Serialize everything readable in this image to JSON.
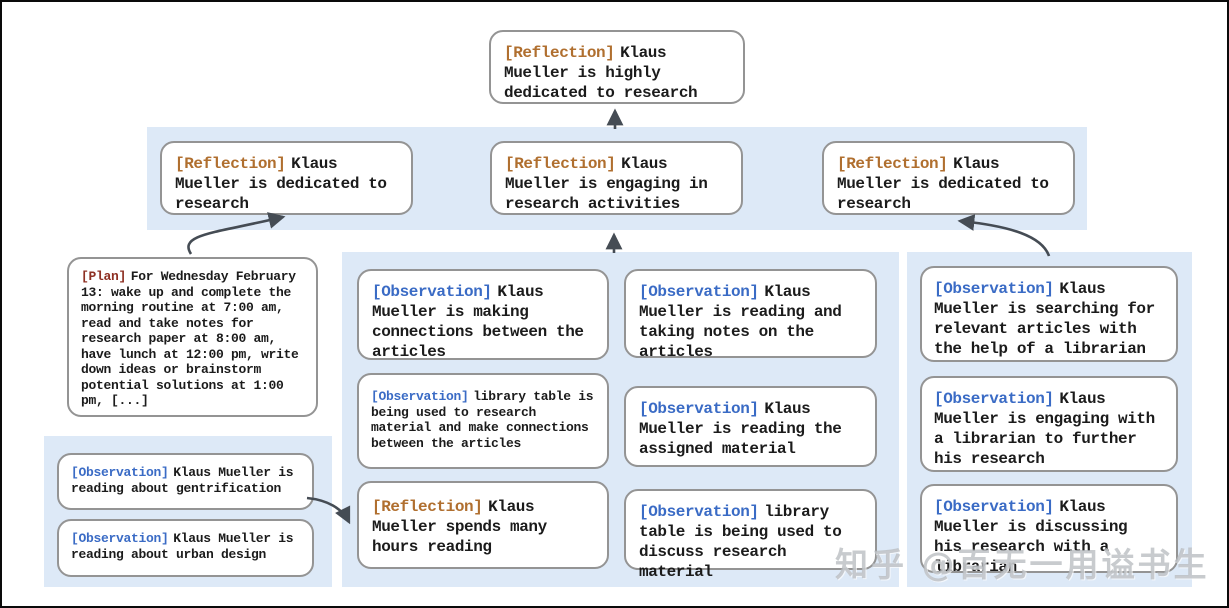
{
  "colors": {
    "reflection_tag": "#b06f2f",
    "observation_tag": "#3a6bc5",
    "plan_tag": "#8e3023",
    "band_background": "#dde9f7",
    "box_border": "#949494",
    "arrow": "#454c54",
    "text": "#1b1b1b"
  },
  "root": {
    "tag": "[Reflection]",
    "text": "Klaus Mueller is highly dedicated to research"
  },
  "l2": [
    {
      "tag": "[Reflection]",
      "text": "Klaus Mueller is dedicated to research"
    },
    {
      "tag": "[Reflection]",
      "text": "Klaus Mueller is engaging in research activities"
    },
    {
      "tag": "[Reflection]",
      "text": "Klaus Mueller is dedicated to research"
    }
  ],
  "plan": {
    "tag": "[Plan]",
    "text": "For Wednesday February 13: wake up and complete the morning routine at 7:00 am, read and take notes for research paper at 8:00 am, have lunch at 12:00 pm, write down ideas or brainstorm potential solutions at 1:00 pm, [...]"
  },
  "colA": [
    {
      "tag": "[Observation]",
      "text": "Klaus Mueller is making connections between the articles"
    },
    {
      "tag": "[Observation]",
      "text": "library table is being used to research material and make connections between the articles"
    },
    {
      "tag": "[Reflection]",
      "text": "Klaus Mueller spends many hours reading"
    }
  ],
  "colB": [
    {
      "tag": "[Observation]",
      "text": "Klaus Mueller is reading and taking notes on the articles"
    },
    {
      "tag": "[Observation]",
      "text": "Klaus Mueller is reading the assigned material"
    },
    {
      "tag": "[Observation]",
      "text": "library table is being used to discuss research material"
    }
  ],
  "colR": [
    {
      "tag": "[Observation]",
      "text": "Klaus Mueller is searching for relevant articles with the help of a librarian"
    },
    {
      "tag": "[Observation]",
      "text": "Klaus Mueller is engaging with a librarian to further his research"
    },
    {
      "tag": "[Observation]",
      "text": "Klaus Mueller is discussing his research with a librarian"
    }
  ],
  "bl": [
    {
      "tag": "[Observation]",
      "text": "Klaus Mueller is reading about gentrification"
    },
    {
      "tag": "[Observation]",
      "text": "Klaus Mueller is reading about urban design"
    }
  ],
  "watermark": {
    "text": "知乎 @百无一用谥书生"
  }
}
